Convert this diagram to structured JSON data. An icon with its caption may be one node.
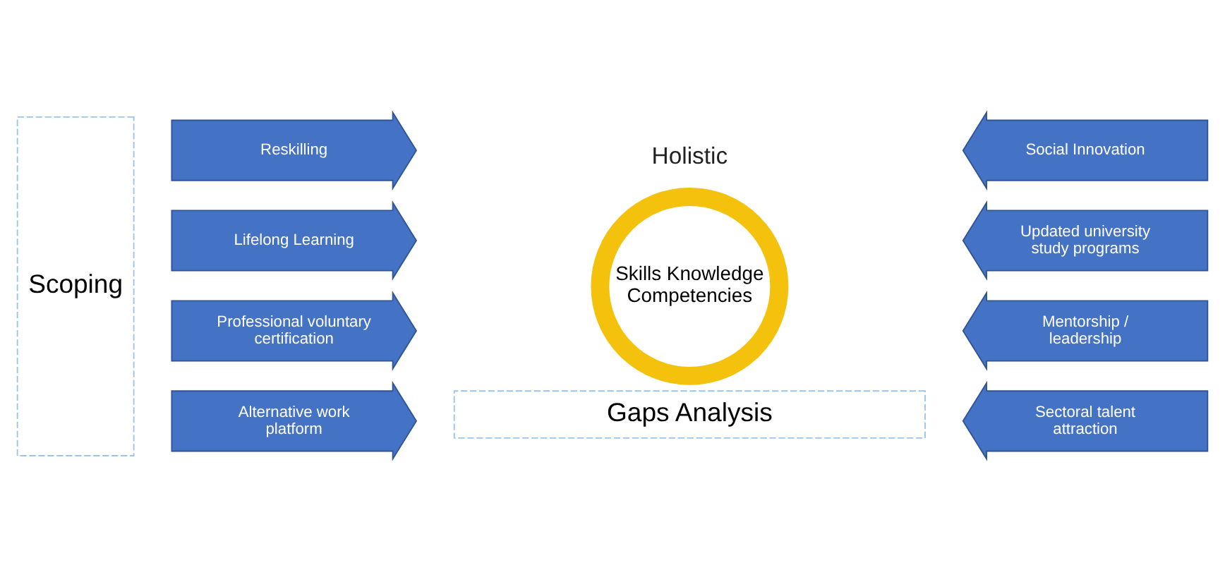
{
  "diagram": {
    "nodes": [
      {
        "text": [
          "Scoping"
        ]
      },
      {
        "text": [
          "Reskilling"
        ]
      },
      {
        "text": [
          "Lifelong Learning"
        ]
      },
      {
        "text": [
          "Professional voluntary certification"
        ]
      },
      {
        "text": [
          "Alternative work platform"
        ]
      },
      {
        "text": [
          "Skills Knowledge Competencies"
        ]
      },
      {
        "text": [
          "Social Innovation"
        ]
      },
      {
        "text": [
          "Updated university study programs"
        ]
      },
      {
        "text": [
          "Mentorship / leadership"
        ]
      },
      {
        "text": [
          "Sectoral talent attraction"
        ]
      },
      {
        "text": [
          "Gaps Analysis"
        ]
      }
    ],
    "edges": [],
    "labels": [
      "Holistic"
    ]
  }
}
